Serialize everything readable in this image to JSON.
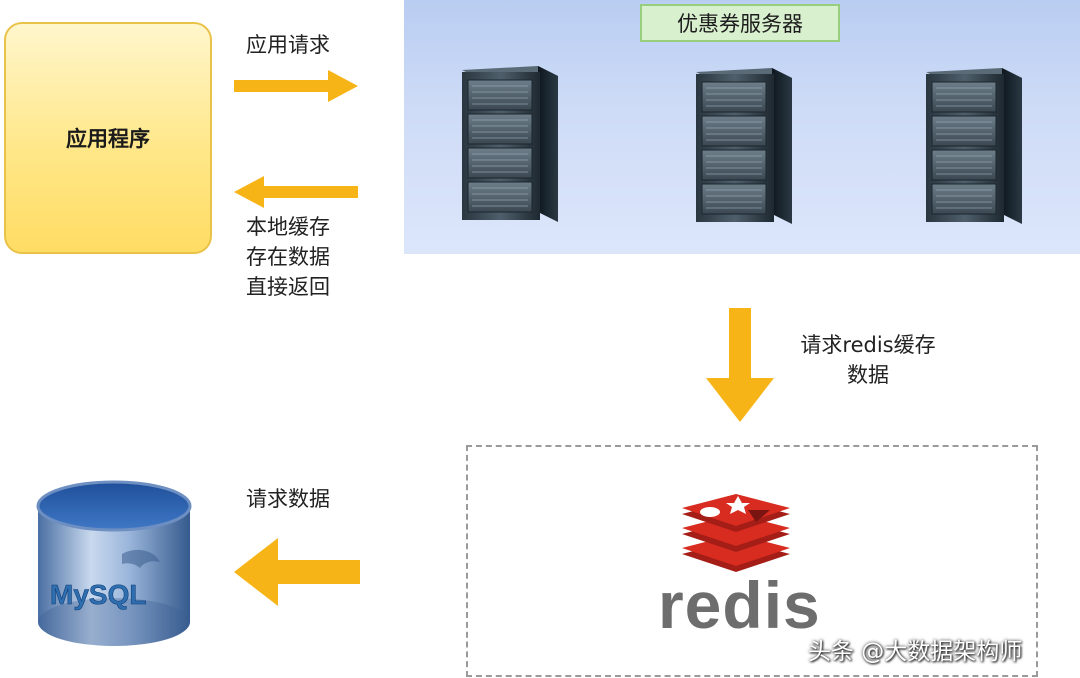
{
  "app": {
    "label": "应用程序"
  },
  "server_group": {
    "title": "优惠券服务器",
    "count": 3
  },
  "arrows": {
    "app_request": "应用请求",
    "local_cache_lines": [
      "本地缓存",
      "存在数据",
      "直接返回"
    ],
    "redis_request_lines": [
      "请求redis缓存",
      "数据"
    ],
    "data_request": "请求数据"
  },
  "redis": {
    "logo_text": "redis"
  },
  "mysql": {
    "logo_text": "MySQL"
  },
  "watermark": "头条 @大数据架构师",
  "colors": {
    "arrow": "#f6b417",
    "app_fill": "#ffe789",
    "server_panel": "#c9d8f5",
    "title_fill": "#d9f0cf",
    "redis_red": "#d82c20",
    "redis_text": "#6d6d6d",
    "mysql_blue": "#2f6fb0"
  }
}
